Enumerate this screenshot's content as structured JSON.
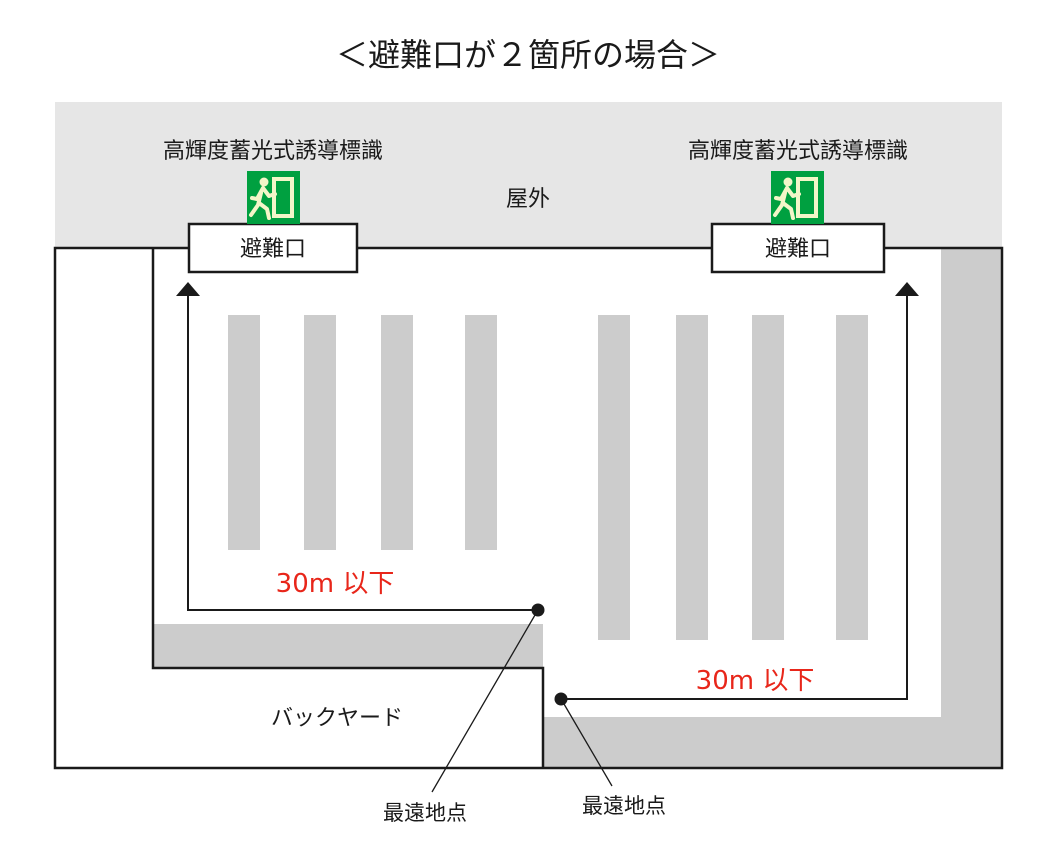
{
  "title": "＜避難口が２箇所の場合＞",
  "outside_label": "屋外",
  "sign_label_left": "高輝度蓄光式誘導標識",
  "sign_label_right": "高輝度蓄光式誘導標識",
  "exit_label_left": "避難口",
  "exit_label_right": "避難口",
  "distance_left": "30m 以下",
  "distance_right": "30m 以下",
  "backyard_label": "バックヤード",
  "farthest_left": "最遠地点",
  "farthest_right": "最遠地点",
  "colors": {
    "outdoor_bg": "#e6e6e6",
    "shelf": "#cccccc",
    "wall": "#1a1a1a",
    "distance_text": "#e8261a",
    "sign_green": "#00a040",
    "sign_glow": "#f3f6c8"
  },
  "icons": {
    "exit_sign": "running-man-exit-icon"
  }
}
